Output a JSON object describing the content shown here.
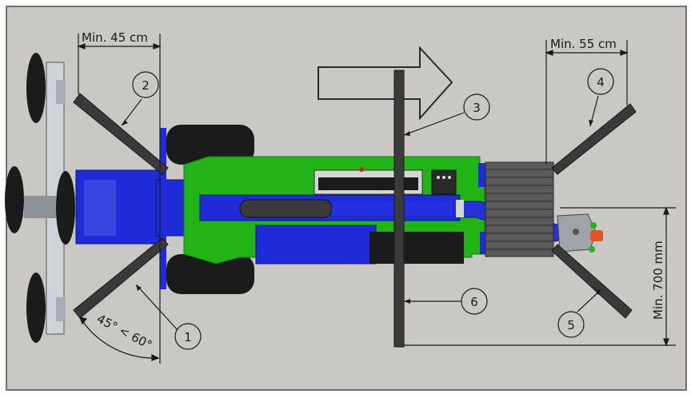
{
  "dimensions": {
    "rear_spacing": "Min. 45 cm",
    "front_spacing": "Min. 55 cm",
    "side_spacing": "Min. 700 mm",
    "angle": "45° < 60°"
  },
  "callouts": [
    "1",
    "2",
    "3",
    "4",
    "5",
    "6"
  ],
  "colors": {
    "background": "#c9c8c5",
    "body_green": "#22b317",
    "boom_blue": "#1f2bd6",
    "tire_black": "#1b1b1b",
    "support_bar": "#3a3a3a"
  }
}
